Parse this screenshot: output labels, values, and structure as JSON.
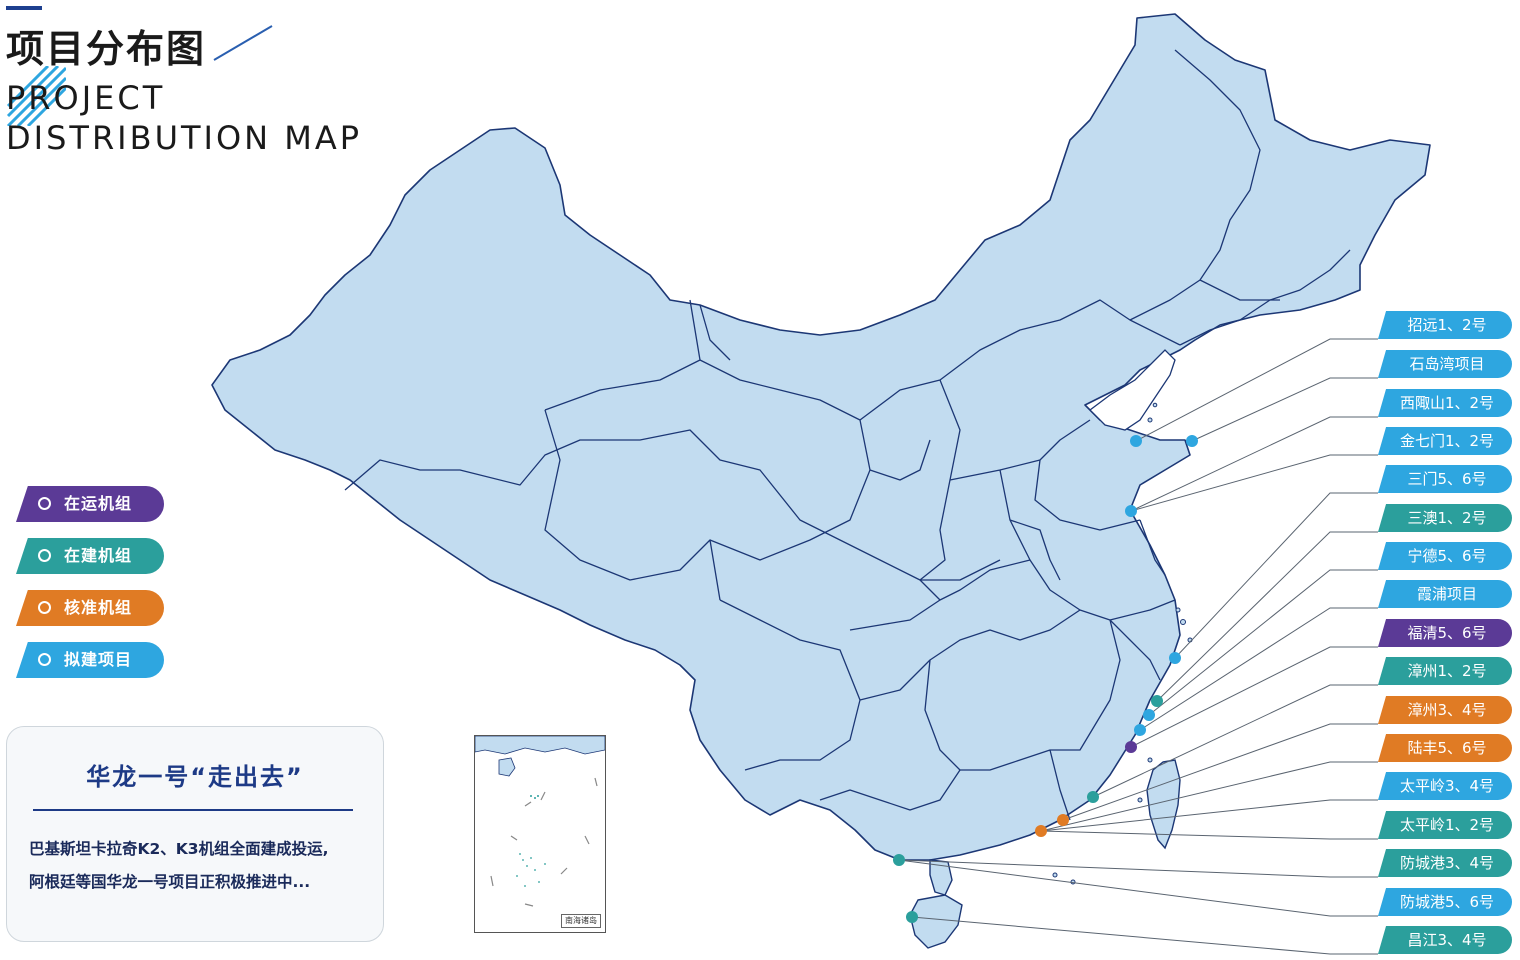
{
  "header": {
    "title_cn": "项目分布图",
    "title_en_line1": "PROJECT",
    "title_en_line2": "DISTRIBUTION MAP"
  },
  "colors": {
    "operating": "#5b3a96",
    "construction": "#2b9f9c",
    "approved": "#e07b24",
    "planned": "#2ea6e0",
    "land": "#c2dcf0",
    "border": "#1c3775"
  },
  "legend": [
    {
      "label": "在运机组",
      "status": "operating"
    },
    {
      "label": "在建机组",
      "status": "construction"
    },
    {
      "label": "核准机组",
      "status": "approved"
    },
    {
      "label": "拟建项目",
      "status": "planned"
    }
  ],
  "info": {
    "title": "华龙一号“走出去”",
    "line1": "巴基斯坦卡拉奇K2、K3机组全面建成投运,",
    "line2": "阿根廷等国华龙一号项目正积极推进中..."
  },
  "inset": {
    "label": "南海诸岛"
  },
  "projects": [
    {
      "name": "招远1、2号",
      "status": "planned"
    },
    {
      "name": "石岛湾项目",
      "status": "planned"
    },
    {
      "name": "西陬山1、2号",
      "status": "planned"
    },
    {
      "name": "金七门1、2号",
      "status": "planned"
    },
    {
      "name": "三门5、6号",
      "status": "planned"
    },
    {
      "name": "三澳1、2号",
      "status": "construction"
    },
    {
      "name": "宁德5、6号",
      "status": "planned"
    },
    {
      "name": "霞浦项目",
      "status": "planned"
    },
    {
      "name": "福清5、6号",
      "status": "operating"
    },
    {
      "name": "漳州1、2号",
      "status": "construction"
    },
    {
      "name": "漳州3、4号",
      "status": "approved"
    },
    {
      "name": "陆丰5、6号",
      "status": "approved"
    },
    {
      "name": "太平岭3、4号",
      "status": "planned"
    },
    {
      "name": "太平岭1、2号",
      "status": "construction"
    },
    {
      "name": "防城港3、4号",
      "status": "construction"
    },
    {
      "name": "防城港5、6号",
      "status": "planned"
    },
    {
      "name": "昌江3、4号",
      "status": "construction"
    }
  ]
}
